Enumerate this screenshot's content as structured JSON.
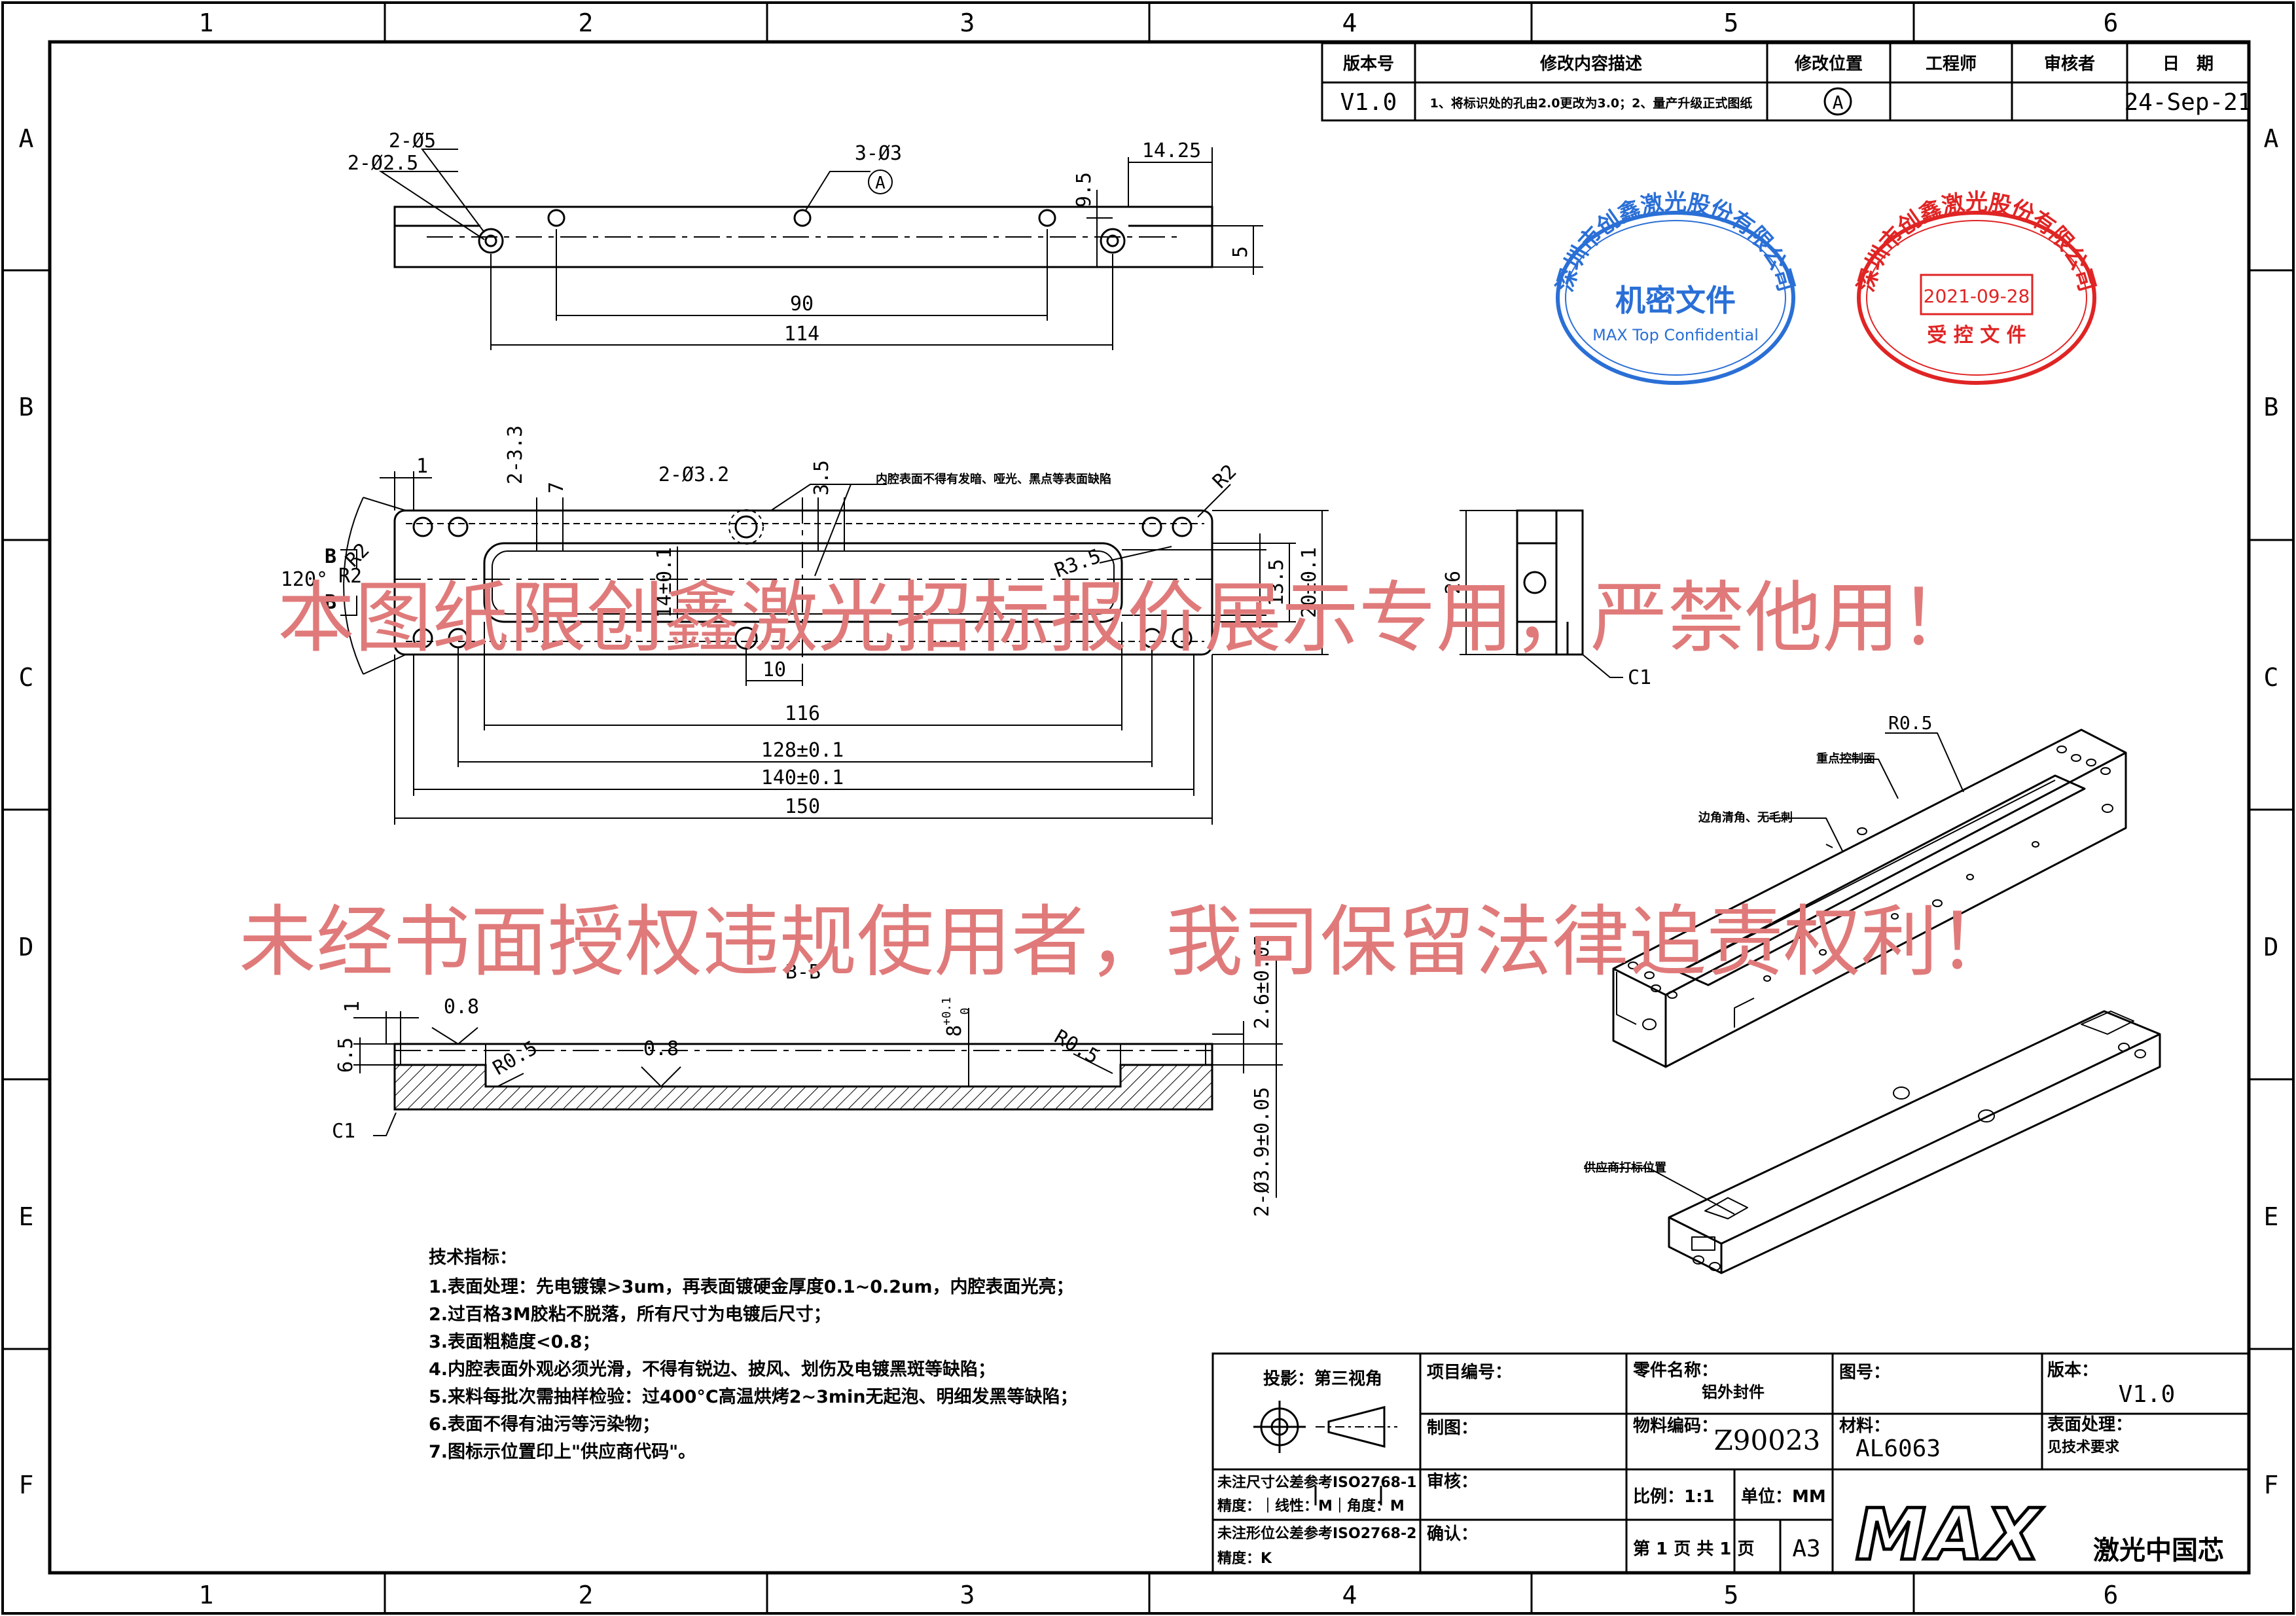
{
  "border": {
    "cols": [
      "1",
      "2",
      "3",
      "4",
      "5",
      "6"
    ],
    "rows": [
      "A",
      "B",
      "C",
      "D",
      "E",
      "F"
    ]
  },
  "revision": {
    "headers": [
      "版本号",
      "修改内容描述",
      "修改位置",
      "工程师",
      "审核者",
      "日　期"
    ],
    "row": [
      "V1.0",
      "1、将标识处的孔由2.0更改为3.0；2、量产升级正式图纸",
      "A",
      "",
      "",
      "24-Sep-21"
    ]
  },
  "stamps": {
    "blue": {
      "ring": "深圳市创鑫激光股份有限公司",
      "center": "机密文件",
      "sub": "MAX Top Confidential",
      "color": "#2a6fd6"
    },
    "red": {
      "ring": "深圳市创鑫激光股份有限公司",
      "date": "2021-09-28",
      "sub": "受 控 文 件",
      "color": "#e02424"
    }
  },
  "watermark": {
    "line1": "本图纸限创鑫激光招标报价展示专用，严禁他用！",
    "line2": "未经书面授权违规使用者，我司保留法律追责权利！",
    "color": "#e07a7a"
  },
  "top_view": {
    "dims": {
      "d5": "2-Ø5",
      "d25": "2-Ø2.5",
      "d3": "3-Ø3",
      "a": "A",
      "d95": "9.5",
      "d1425": "14.25",
      "d5v": "5",
      "d90": "90",
      "d114": "114"
    }
  },
  "plan_view": {
    "dims": {
      "d1": "1",
      "d233": "2-3.3",
      "d7": "7",
      "d232": "2-Ø3.2",
      "d35": "3.5",
      "note": "内腔表面不得有发暗、哑光、黑点等表面缺陷",
      "r2a": "R2",
      "r2b": "R2",
      "r2c": "R2",
      "r35": "R3.5",
      "a20": "120°",
      "b1": "B",
      "b2": "B",
      "d14": "14±0.1",
      "d135": "13.5",
      "d20": "20±0.1",
      "d10": "10",
      "d116": "116",
      "d128": "128±0.1",
      "d140": "140±0.1",
      "d150": "150",
      "d26": "26",
      "c1": "C1"
    }
  },
  "section": {
    "label": "B-B",
    "dims": {
      "d1": "1",
      "d08": "0.8",
      "d65": "6.5",
      "r05a": "R0.5",
      "d08b": "0.8",
      "r05b": "R0.5",
      "d8": "8",
      "tol": "+0.1",
      "tol2": "0",
      "d26": "2.6±0.05",
      "d39": "2-Ø3.9±0.05",
      "c1": "C1"
    }
  },
  "iso": {
    "r05": "R0.5",
    "label1": "重点控制面",
    "label2": "边角清角、无毛刺",
    "label3": "供应商打标位置"
  },
  "tech": {
    "title": "技术指标：",
    "items": [
      "1.表面处理：先电镀镍>3um，再表面镀硬金厚度0.1~0.2um，内腔表面光亮；",
      "2.过百格3M胶粘不脱落，所有尺寸为电镀后尺寸；",
      "3.表面粗糙度<0.8；",
      "4.内腔表面外观必须光滑，不得有锐边、披风、划伤及电镀黑斑等缺陷；",
      "5.来料每批次需抽样检验：过400°C高温烘烤2~3min无起泡、明细发黑等缺陷；",
      "6.表面不得有油污等污染物；",
      "7.图标示位置印上\"供应商代码\"。"
    ]
  },
  "title_block": {
    "projection": "投影：第三视角",
    "project_no": "项目编号：",
    "part_name_label": "零件名称：",
    "part_name": "铝外封件",
    "drawing_no": "图号：",
    "version_label": "版本：",
    "version": "V1.0",
    "drawn": "制图：",
    "material_code_label": "物料编码：",
    "material_code": "Z90023",
    "material_label": "材料：",
    "material": "AL6063",
    "surface_label": "表面处理：",
    "surface": "见技术要求",
    "tol1": "未注尺寸公差参考ISO2768-1",
    "tol1b": "精度：｜线性：M｜角度：M",
    "check": "审核：",
    "scale": "比例：1:1",
    "unit": "单位：MM",
    "tol2": "未注形位公差参考ISO2768-2",
    "tol2b": "精度：K",
    "confirm": "确认：",
    "pages": "第 1 页 共 1 页",
    "size": "A3",
    "logo": "MAX",
    "logo_sub": "激光中国芯"
  }
}
